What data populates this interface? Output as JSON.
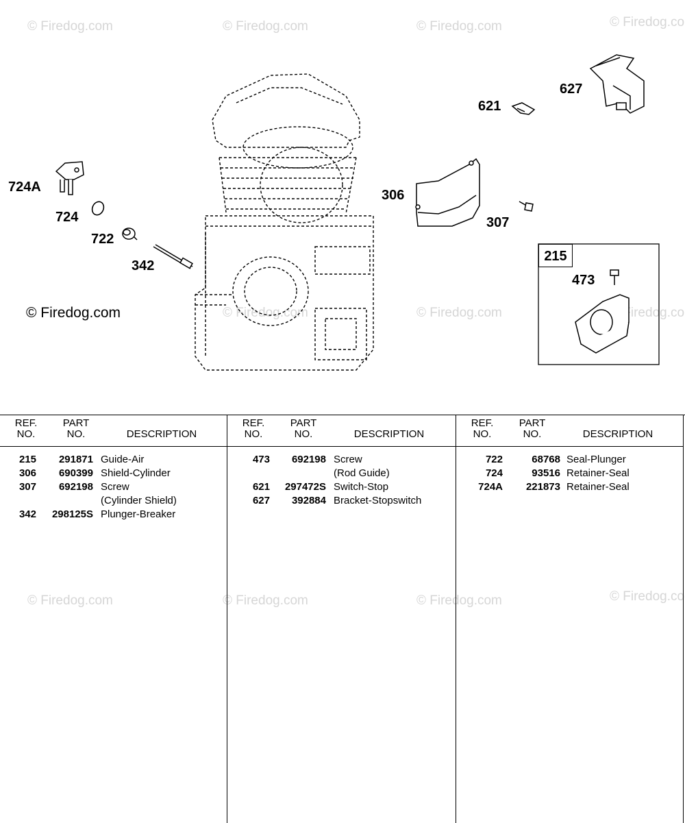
{
  "watermarks": {
    "text": "© Firedog.com"
  },
  "copyright": "© Firedog.com",
  "callouts": {
    "c724A": "724A",
    "c724": "724",
    "c722": "722",
    "c342": "342",
    "c306": "306",
    "c307": "307",
    "c621": "621",
    "c627": "627",
    "c215": "215",
    "c473": "473"
  },
  "table": {
    "headers": {
      "ref": [
        "REF.",
        "NO."
      ],
      "part": [
        "PART",
        "NO."
      ],
      "desc": "DESCRIPTION"
    },
    "columns": [
      {
        "rows": [
          {
            "ref": "215",
            "part": "291871",
            "desc": "Guide-Air"
          },
          {
            "ref": "306",
            "part": "690399",
            "desc": "Shield-Cylinder"
          },
          {
            "ref": "307",
            "part": "692198",
            "desc": "Screw"
          },
          {
            "ref": "",
            "part": "",
            "desc": "(Cylinder Shield)"
          },
          {
            "ref": "342",
            "part": "298125S",
            "desc": "Plunger-Breaker"
          }
        ]
      },
      {
        "rows": [
          {
            "ref": "473",
            "part": "692198",
            "desc": "Screw"
          },
          {
            "ref": "",
            "part": "",
            "desc": "(Rod Guide)"
          },
          {
            "ref": "621",
            "part": "297472S",
            "desc": "Switch-Stop"
          },
          {
            "ref": "627",
            "part": "392884",
            "desc": "Bracket-Stopswitch"
          }
        ]
      },
      {
        "rows": [
          {
            "ref": "722",
            "part": "68768",
            "desc": "Seal-Plunger"
          },
          {
            "ref": "724",
            "part": "93516",
            "desc": "Retainer-Seal"
          },
          {
            "ref": "724A",
            "part": "221873",
            "desc": "Retainer-Seal"
          }
        ]
      }
    ]
  }
}
